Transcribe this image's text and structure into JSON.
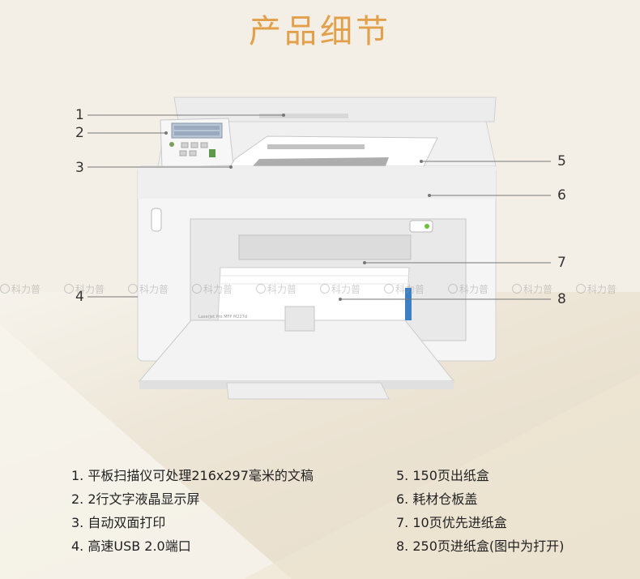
{
  "title": "产品细节",
  "watermark": "科力普",
  "printer_label": "LaserJet Pro MFP M227d",
  "callouts": [
    "1",
    "2",
    "3",
    "4",
    "5",
    "6",
    "7",
    "8"
  ],
  "features_left": [
    "1. 平板扫描仪可处理216x297毫米的文稿",
    "2. 2行文字液晶显示屏",
    "3. 自动双面打印",
    "4. 高速USB 2.0端口"
  ],
  "features_right": [
    "5. 150页出纸盒",
    "6. 耗材仓板盖",
    "7. 10页优先进纸盒",
    "8. 250页进纸盒(图中为打开)"
  ],
  "colors": {
    "title": "#e2a04a",
    "background": "#f3efe6",
    "printer_body": "#f2f2f2",
    "power_led": "#6fbf3a"
  }
}
